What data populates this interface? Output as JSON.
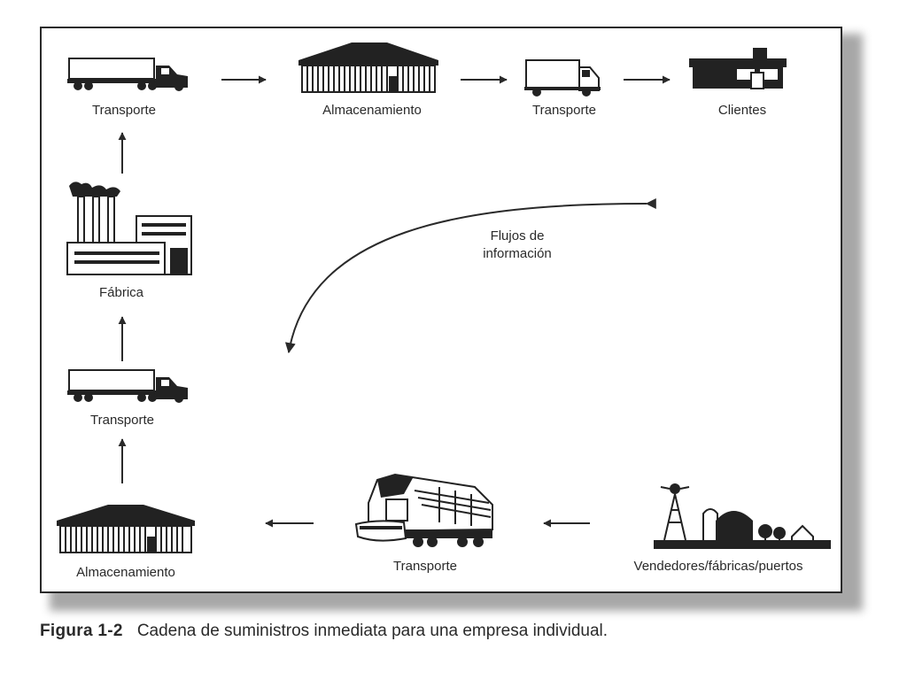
{
  "diagram": {
    "nodes": {
      "transporte_top_left": "Transporte",
      "almacenamiento_top": "Almacenamiento",
      "transporte_top_mid": "Transporte",
      "clientes": "Clientes",
      "fabrica": "Fábrica",
      "transporte_left_mid": "Transporte",
      "almacenamiento_bottom": "Almacenamiento",
      "transporte_bottom": "Transporte",
      "vendedores": "Vendedores/fábricas/puertos"
    },
    "flow_label_line1": "Flujos de",
    "flow_label_line2": "información"
  },
  "caption": {
    "number": "Figura 1-2",
    "text": "Cadena de suministros inmediata para una empresa individual."
  }
}
